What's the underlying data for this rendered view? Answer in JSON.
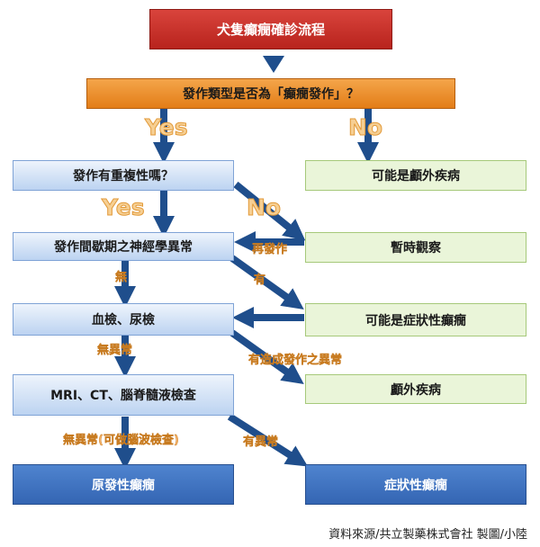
{
  "title": "犬隻癲癇確診流程",
  "question": "發作類型是否為「癲癇發作」？",
  "nodes": {
    "repeat": "發作有重複性嗎？",
    "extracranial_1": "可能是顱外疾病",
    "interictal": "發作間歇期之神經學異常",
    "observe": "暫時觀察",
    "blood_urine": "血檢、尿檢",
    "symptomatic_possible": "可能是症狀性癲癇",
    "extracranial_2": "顱外疾病",
    "mri": "MRI、CT、腦脊髓液檢查",
    "primary": "原發性癲癇",
    "symptomatic": "症狀性癲癇"
  },
  "edge_labels": {
    "yes_1": "Yes",
    "no_1": "No",
    "yes_2": "Yes",
    "no_2": "No",
    "recurrence": "再發作",
    "yes_interictal": "有",
    "none_1": "無",
    "no_abnormal": "無異常",
    "causes_abnormal": "有造成發作之異常",
    "no_abnormal_eeg": "無異常(可做腦波檢查)",
    "abnormal": "有異常"
  },
  "footer": "資料來源/共立製藥株式會社 製圖/小陸"
}
